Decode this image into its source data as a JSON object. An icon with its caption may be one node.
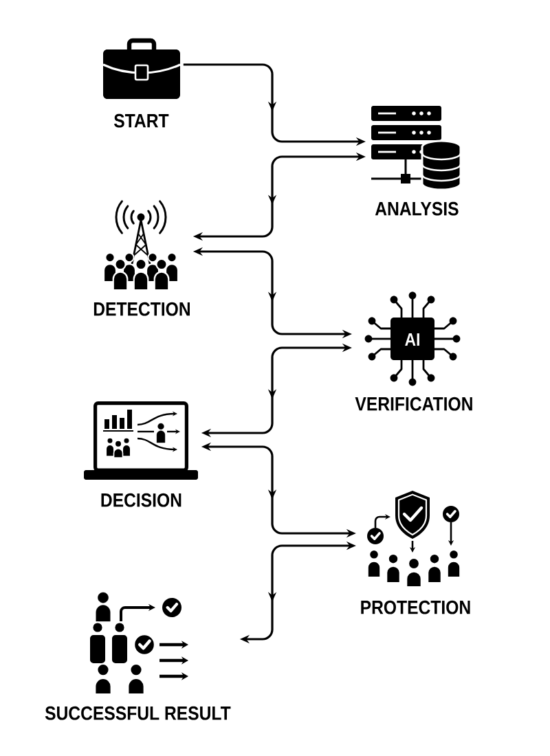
{
  "diagram": {
    "nodes": [
      {
        "text": [
          "START"
        ]
      },
      {
        "text": [
          "ANALYSIS"
        ]
      },
      {
        "text": [
          "DETECTION"
        ]
      },
      {
        "text": [
          "VERIFICATION"
        ]
      },
      {
        "text": [
          "DECISION"
        ]
      },
      {
        "text": [
          "PROTECTION"
        ]
      },
      {
        "text": [
          "SUCCESSFUL RESULT"
        ]
      }
    ],
    "edges": [
      {
        "from": 0,
        "to": 1,
        "arrow": "to"
      },
      {
        "from": 1,
        "to": 2,
        "arrow": "both"
      },
      {
        "from": 2,
        "to": 3,
        "arrow": "both"
      },
      {
        "from": 3,
        "to": 4,
        "arrow": "both"
      },
      {
        "from": 4,
        "to": 5,
        "arrow": "both"
      },
      {
        "from": 5,
        "to": 6,
        "arrow": "both"
      }
    ],
    "labels": [
      "AI"
    ]
  }
}
